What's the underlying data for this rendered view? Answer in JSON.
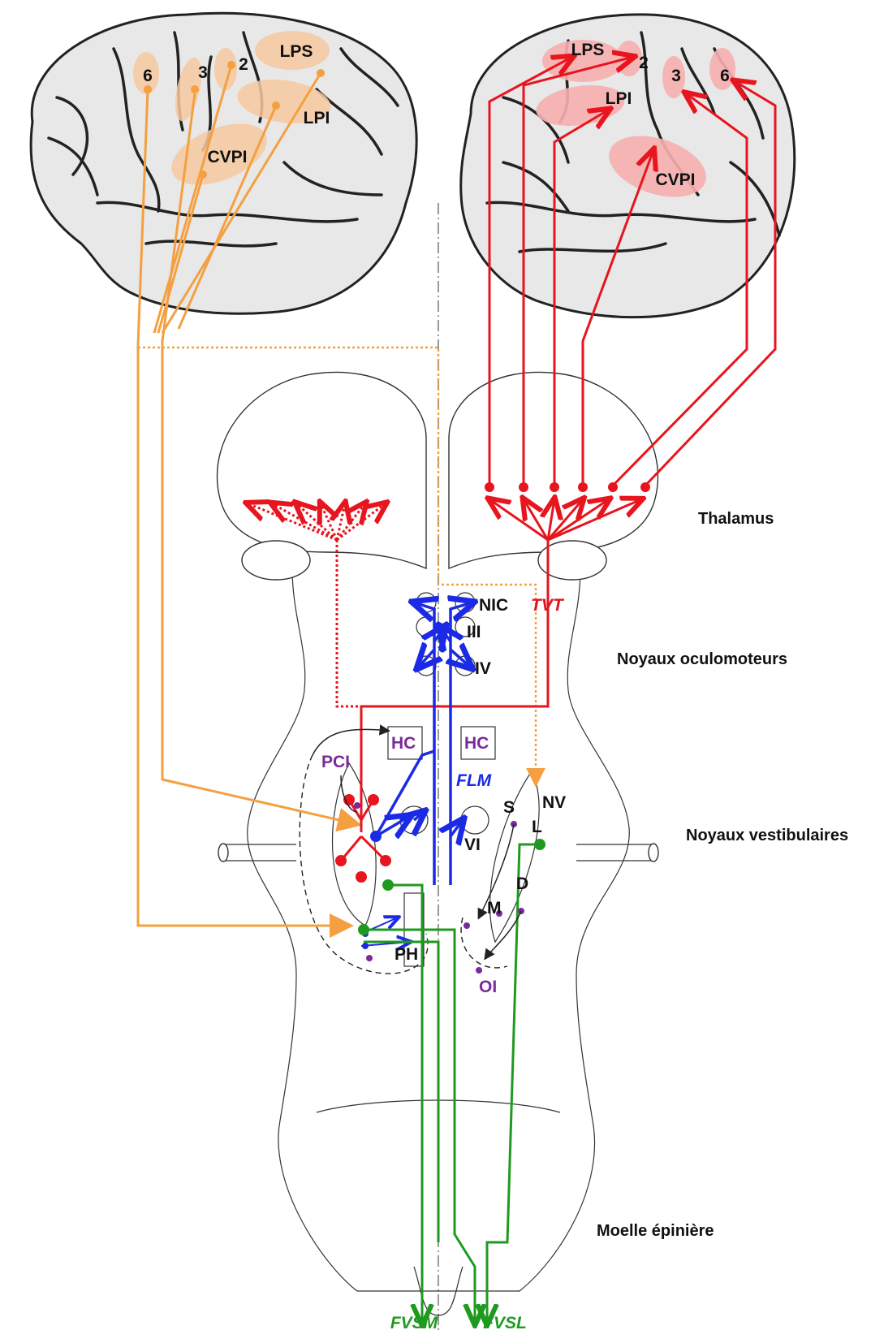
{
  "cortex_left": {
    "areas": [
      "6",
      "3",
      "2",
      "LPS",
      "LPI",
      "CVPI"
    ]
  },
  "cortex_right": {
    "areas": [
      "LPS",
      "2",
      "3",
      "6",
      "LPI",
      "CVPI"
    ]
  },
  "brainstem": {
    "nuclei": {
      "nic": "NIC",
      "iii": "III",
      "iv": "IV",
      "vi": "VI",
      "hc_left": "HC",
      "hc_right": "HC",
      "pci": "PCI",
      "ph": "PH",
      "nv": "NV",
      "s": "S",
      "l": "L",
      "d": "D",
      "m": "M",
      "oi": "OI"
    },
    "tracts": {
      "tvt": "TVT",
      "flm": "FLM",
      "fvsm": "FVSM",
      "fvsl": "FVSL"
    }
  },
  "side_labels": {
    "thalamus": "Thalamus",
    "oculomotor": "Noyaux oculomoteurs",
    "vestibular": "Noyaux vestibulaires",
    "spinal": "Moelle épinière"
  },
  "colors": {
    "orange": "#f4a040",
    "red": "#e8141e",
    "blue": "#1a2ae6",
    "green": "#1f9a1f",
    "purple": "#7a2a9a",
    "area_fill": "#f7c9a0",
    "area_fill_red": "#f7b0b0"
  }
}
